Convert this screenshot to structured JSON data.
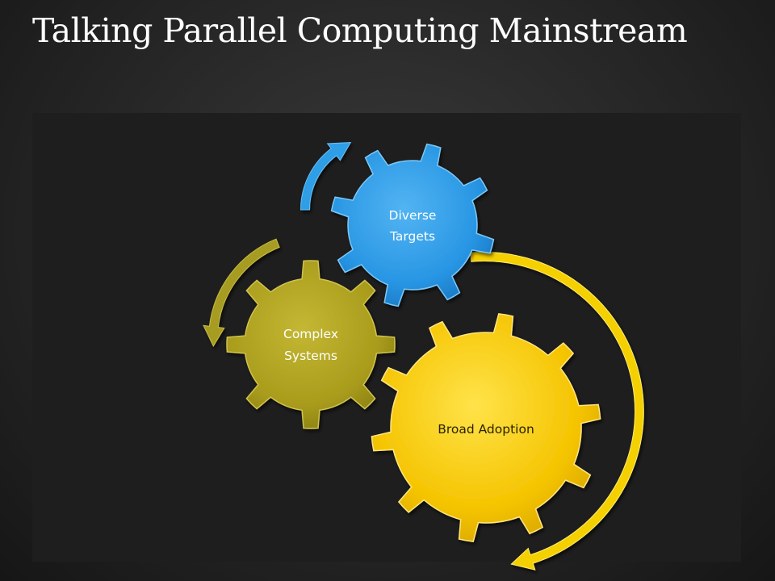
{
  "slide": {
    "title": "Talking Parallel Computing Mainstream"
  },
  "diagram": {
    "gears": [
      {
        "id": "broad-adoption",
        "label": "Broad Adoption",
        "color": "#f5c800",
        "text_color": "#2a2200"
      },
      {
        "id": "complex-systems",
        "label_lines": [
          "Complex",
          "Systems"
        ],
        "color": "#b3a51f",
        "text_color": "#ffffff"
      },
      {
        "id": "diverse-targets",
        "label_lines": [
          "Diverse",
          "Targets"
        ],
        "color": "#2e9be8",
        "text_color": "#ffffff"
      }
    ],
    "arrows": [
      {
        "id": "yellow-arrow",
        "color": "#f5d000"
      },
      {
        "id": "olive-arrow",
        "color": "#a79c22"
      },
      {
        "id": "blue-arrow",
        "color": "#2f9ee6"
      }
    ]
  }
}
